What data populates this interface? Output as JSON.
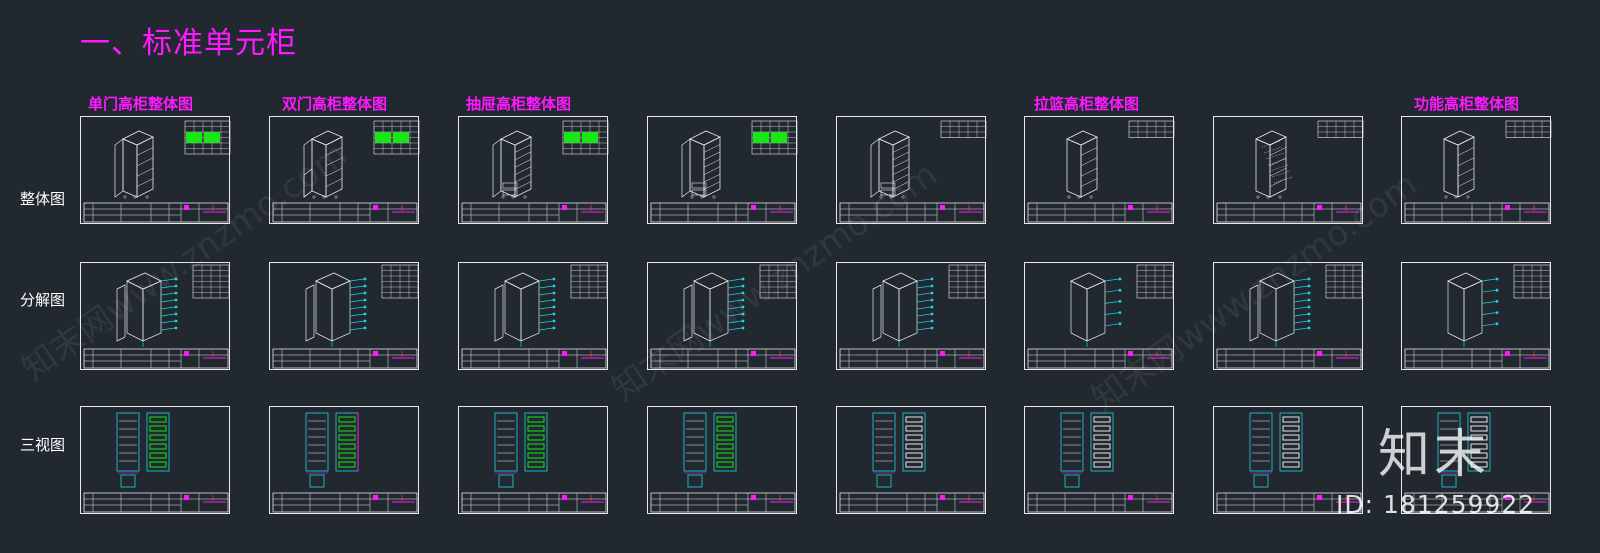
{
  "page_title": "一、标准单元柜",
  "column_headers": [
    {
      "col": 0,
      "text": "单门高柜整体图"
    },
    {
      "col": 1,
      "text": "双门高柜整体图"
    },
    {
      "col": 2,
      "text": "抽屉高柜整体图"
    },
    {
      "col": 5,
      "text": "拉篮高柜整体图"
    },
    {
      "col": 7,
      "text": "功能高柜整体图"
    }
  ],
  "row_labels": [
    "整体图",
    "分解图",
    "三视图"
  ],
  "sheet_rows": [
    {
      "view": "overall",
      "sheets": [
        {
          "variant": "single-door"
        },
        {
          "variant": "double-door"
        },
        {
          "variant": "drawer"
        },
        {
          "variant": "drawer"
        },
        {
          "variant": "drawer-tall"
        },
        {
          "variant": "basket"
        },
        {
          "variant": "basket-open"
        },
        {
          "variant": "function"
        }
      ]
    },
    {
      "view": "exploded",
      "sheets": [
        {
          "variant": "single-door"
        },
        {
          "variant": "double-door"
        },
        {
          "variant": "drawer"
        },
        {
          "variant": "drawer"
        },
        {
          "variant": "drawer-tall"
        },
        {
          "variant": "basket"
        },
        {
          "variant": "basket-open"
        },
        {
          "variant": "function"
        }
      ]
    },
    {
      "view": "three-view",
      "sheets": [
        {
          "variant": "single-door"
        },
        {
          "variant": "double-door"
        },
        {
          "variant": "drawer"
        },
        {
          "variant": "drawer"
        },
        {
          "variant": "drawer-tall"
        },
        {
          "variant": "basket"
        },
        {
          "variant": "basket-open"
        },
        {
          "variant": "function"
        }
      ]
    }
  ],
  "watermark": {
    "brand": "知末",
    "id_text": "ID: 181259922",
    "diagonal_text": "知末网www.znzmo.com"
  },
  "colors": {
    "background": "#212830",
    "magenta": "#ff19ff",
    "cyan": "#19d7e6",
    "green": "#19e619",
    "white": "#e8e8e8"
  },
  "icons": [
    "cad-sheet-icon",
    "cabinet-drawing-icon",
    "title-block-icon"
  ]
}
